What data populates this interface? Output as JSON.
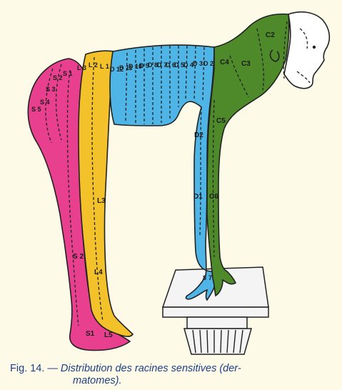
{
  "figure": {
    "caption_number": "Fig. 14. —",
    "caption_text_line1": "Distribution des racines sensitives (der-",
    "caption_text_line2": "matomes)."
  },
  "colors": {
    "sacral": "#e8408f",
    "lumbar": "#f3c12a",
    "dorsal": "#4fb5e6",
    "cervical": "#4e8a2a",
    "head": "#ffffff",
    "pedestal": "#f4f4f4",
    "background": "#fdfbe8"
  },
  "labels": {
    "c2": "C2",
    "c3": "C3",
    "c4": "C4",
    "c5": "C5",
    "c6": "C6",
    "d1": "D1",
    "d2": "D2",
    "d2_top": "D 2",
    "d3": "D 3",
    "d4": "D 4",
    "d5": "D 5",
    "d6": "D 6",
    "d7": "D 7",
    "d8": "D 8",
    "d9": "D 9",
    "d10": "D 10",
    "d11": "D 11",
    "d12": "D 12",
    "l1": "L 1",
    "l2": "L 2",
    "l3_top": "L 3",
    "l3": "L3",
    "l4": "L4",
    "l5": "L5",
    "s1_top": "S 1",
    "s2_top": "S 2",
    "s3": "S 3",
    "s4": "S 4",
    "s5": "S 5",
    "s1": "S1",
    "s2": "S 2",
    "hand_8": "8",
    "hand_7": "7"
  }
}
